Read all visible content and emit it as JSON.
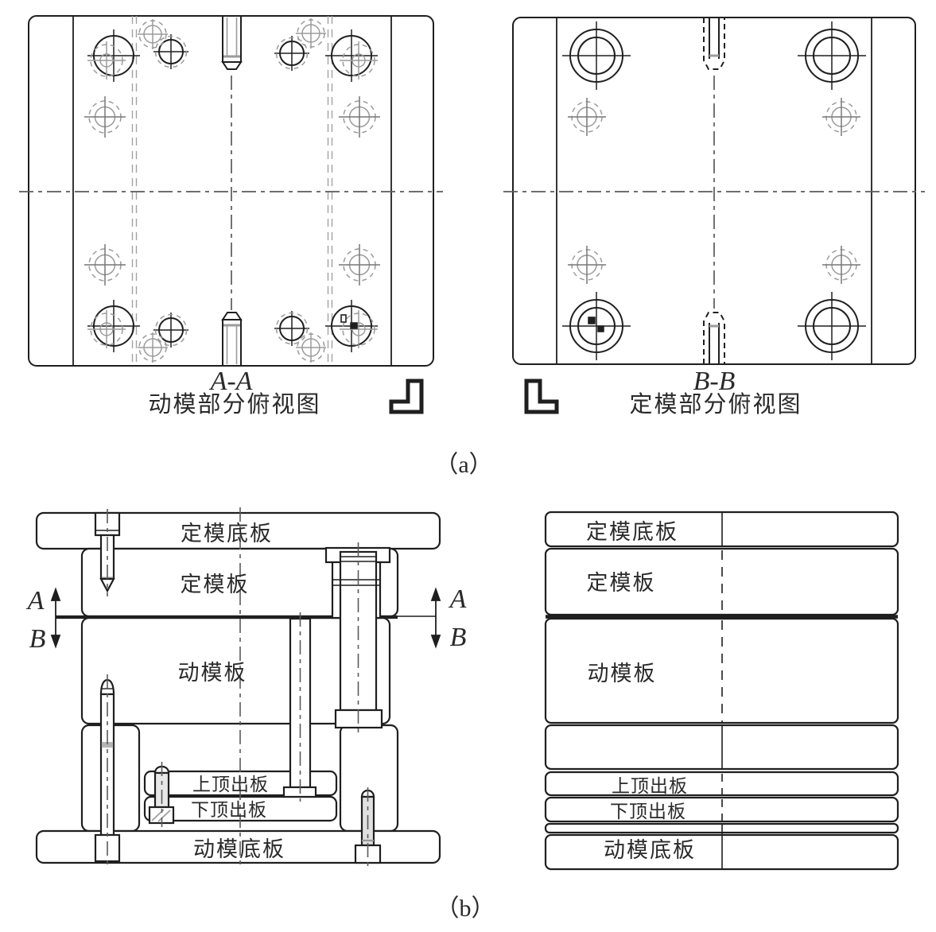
{
  "panel_a": {
    "tag": "（a）",
    "moving_top_view": {
      "section_label": "A-A",
      "caption": "动模部分俯视图"
    },
    "fixed_top_view": {
      "section_label": "B-B",
      "caption": "定模部分俯视图"
    }
  },
  "panel_b": {
    "tag": "（b）",
    "section_markers": {
      "upper": "A",
      "lower": "B"
    },
    "plates": {
      "fixed_base": "定模底板",
      "fixed_plate": "定模板",
      "moving_plate": "动模板",
      "upper_ejector": "上顶出板",
      "lower_ejector": "下顶出板",
      "moving_base": "动模底板"
    }
  },
  "colors": {
    "line": "#1f1f1f",
    "soft_gray": "#9b9b9b",
    "center_gray": "#5a5a5a"
  }
}
